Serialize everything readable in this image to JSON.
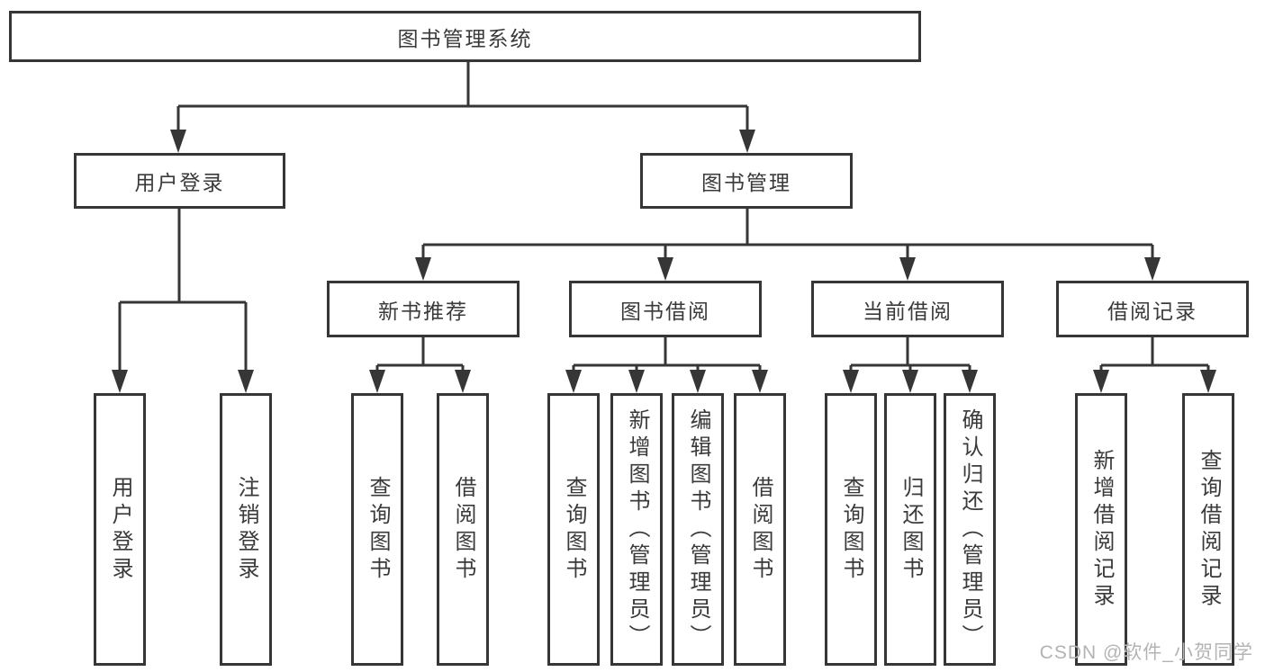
{
  "tree": {
    "root": {
      "label": "图书管理系统"
    },
    "branches": [
      {
        "label": "用户登录",
        "children": [
          {
            "label": "用户登录"
          },
          {
            "label": "注销登录"
          }
        ]
      },
      {
        "label": "图书管理",
        "children": [
          {
            "label": "新书推荐",
            "children": [
              {
                "label": "查询图书"
              },
              {
                "label": "借阅图书"
              }
            ]
          },
          {
            "label": "图书借阅",
            "children": [
              {
                "label": "查询图书"
              },
              {
                "label": "新增图书（管理员）"
              },
              {
                "label": "编辑图书（管理员）"
              },
              {
                "label": "借阅图书"
              }
            ]
          },
          {
            "label": "当前借阅",
            "children": [
              {
                "label": "查询图书"
              },
              {
                "label": "归还图书"
              },
              {
                "label": "确认归还（管理员）"
              }
            ]
          },
          {
            "label": "借阅记录",
            "children": [
              {
                "label": "新增借阅记录"
              },
              {
                "label": "查询借阅记录"
              }
            ]
          }
        ]
      }
    ]
  },
  "watermark": {
    "text": "CSDN @软件_小贺同学"
  },
  "colors": {
    "line": "#363636",
    "text": "#3a3a3a",
    "watermark": "#b3b3b3",
    "background": "#ffffff"
  }
}
